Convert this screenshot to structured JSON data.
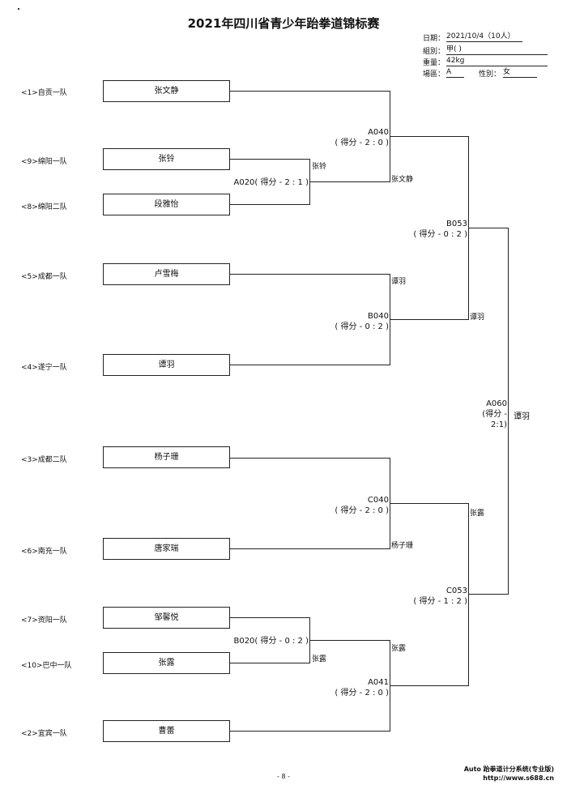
{
  "title": "2021年四川省青少年跆拳道锦标赛",
  "info": {
    "date_label": "日期：",
    "date_value": "2021/10/4（10人）",
    "group_label": "組別：",
    "group_value": "甲( )",
    "weight_label": "重量：",
    "weight_value": "42kg",
    "venue_label": "場區：",
    "venue_value": "A",
    "gender_label": "性別：",
    "gender_value": "女"
  },
  "entries": [
    {
      "seed": "<1>自贡一队",
      "name": "张文静"
    },
    {
      "seed": "<9>绵阳一队",
      "name": "张铃"
    },
    {
      "seed": "<8>绵阳二队",
      "name": "段雅怡"
    },
    {
      "seed": "<5>成都一队",
      "name": "卢雪梅"
    },
    {
      "seed": "<4>遂宁一队",
      "name": "谭羽"
    },
    {
      "seed": "<3>成都二队",
      "name": "杨子珊"
    },
    {
      "seed": "<6>南充一队",
      "name": "唐家瑞"
    },
    {
      "seed": "<7>资阳一队",
      "name": "邹馨悦"
    },
    {
      "seed": "<10>巴中一队",
      "name": "张露"
    },
    {
      "seed": "<2>宜宾一队",
      "name": "曹蕾"
    }
  ],
  "matches": {
    "a020": {
      "line1": "A020( 得分 - 2 : 1 )",
      "winner": "张铃"
    },
    "b020": {
      "line1": "B020( 得分 - 0 : 2 )",
      "winner": "张露"
    },
    "a040": {
      "line1": "A040",
      "line2": "( 得分 - 2 : 0 )",
      "winner": "张文静"
    },
    "b040": {
      "line1": "B040",
      "line2": "( 得分 - 0 : 2 )",
      "winner": "谭羽"
    },
    "c040": {
      "line1": "C040",
      "line2": "( 得分 - 2 : 0 )",
      "winner": "杨子珊"
    },
    "a041": {
      "line1": "A041",
      "line2": "( 得分 - 2 : 0 )",
      "winner": "张露"
    },
    "b053": {
      "line1": "B053",
      "line2": "( 得分 - 0 : 2 )",
      "winner": "谭羽"
    },
    "c053": {
      "line1": "C053",
      "line2": "( 得分 - 1 : 2 )",
      "winner": "张露"
    },
    "a060": {
      "line1": "A060",
      "line2": "(得分 -",
      "line3": "2:1)",
      "winner": "谭羽"
    }
  },
  "extra_labels": {
    "b040_upper": "谭羽",
    "a041_upper": "张露"
  },
  "footer": {
    "page": "- 8 -",
    "software": "Auto 跆拳道计分系统(专业版)",
    "url": "http://www.s688.cn"
  }
}
